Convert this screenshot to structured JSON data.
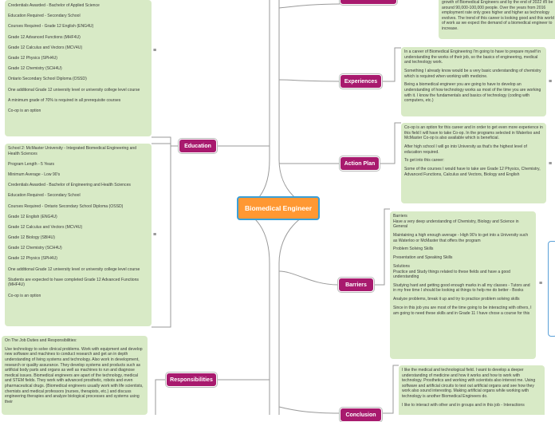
{
  "central": {
    "label": "Biomedical Engineer"
  },
  "branches": {
    "education": "Education",
    "responsibilities": "Responsibilities",
    "experiences": "Experiences",
    "action_plan": "Action Plan",
    "barriers": "Barriers",
    "conclusion": "Conclusion"
  },
  "notes": {
    "education_school1": [
      "Credentials Awarded - Bachelor of Applied Science",
      "Education Required - Secondary School",
      "Courses Required - Grade 12 English (ENG4U)",
      "Grade 12 Advanced Functions (MHF4U)",
      "Grade 12 Calculus and Vectors (MCV4U)",
      "Grade 12 Physics (SPH4U)",
      "Grade 12 Chemistry (SCH4U)",
      "Ontario Secondary School Diploma (OSSD)",
      "One additional Grade 12 university level or university college level course",
      "A minimum grade of 70% is required in all prerequisite courses",
      "Co-op is an option"
    ],
    "education_school2": [
      "School 2: McMaster University - Integrated Biomedical Engineering and Health Sciences",
      "Program Length - 5 Years",
      "Minimum Average - Low 90's",
      "Credentials Awarded - Bachelor of Engineering and Health Sciences",
      "Education Required - Secondary School",
      "Courses Required - Ontario Secondary School Diploma (OSSD)",
      "Grade 12 English (ENG4U)",
      "Grade 12 Calculus and Vectors (MCV4U)",
      "Grade 12 Biology (SBI4U)",
      "Grade 12 Chemistry (SCH4U)",
      "Grade 12 Physics (SPH4U)",
      "One additional Grade 12 university level or university college level course",
      "Students are expected to have completed Grade 12 Advanced Functions (MHF4U)",
      "Co-op is an option"
    ],
    "responsibilities": [
      "On The Job Duties and Responsibilities:",
      "Use technology to solve clinical problems. Work with equipment and develop new software and machines to conduct research and get an in depth understanding of living systems and technology. Also work in development, research or quality assurance. They develop systems and products such as artificial body parts and organs as well as machines to run and diagnose medical issues. Biomedical engineers are apart of the technology, medical and STEM fields. They work with advanced prosthetic, robots and even pharmaceutical drugs. (Biomedical engineers usually work with life scientists, chemists and medical professors (nurses, therapists, etc.) and discuss engineering therapies and analyze biological processes and systems using their"
    ],
    "outlook_top": "growth of Biomedical Engineers and by the end of 2022 it'll be around 90,000-100,000 people. Over the years from 2016 employment rate only goes higher and higher as technology evolves. The trend of this career is looking good and this world of work as we expect the demand of a biomedical engineer to increase.",
    "experiences": [
      "In a career of Biomedical Engineering I'm going to have to prepare myself in understanding the works of their job, so the basics of engineering, medical and technology work.",
      "Something I already know would be a very basic understanding of chemistry which is required when working with medicine.",
      "Being a biomedical engineer you are going to have to develop an understanding of how technology works as most of the time you are working with it. I know the fundamentals and basics of technology (coding with computers, etc.)"
    ],
    "action_plan": [
      "Co-op is an option for this career and in order to get even more experience in this field I will have to take Co-op. In the programs selected in Waterloo and McMaster Co-op is also available which is beneficial.",
      "After high school I will go into University as that's the highest level of education required.",
      "To get into this career:",
      "Some of the courses I would have to take are Grade 12 Physics, Chemistry, Advanced Functions, Calculus and Vectors, Biology and English"
    ],
    "barriers": [
      "Barriers",
      "Have a very deep understanding of Chemistry, Biology and Science in General",
      "Maintaining a high enough average - High 90's to get into a University such as Waterloo or McMaster that offers the program",
      "Problem Solving Skills",
      "Presentation and Speaking Skills",
      "Solutions",
      "Practice and Study things related to these fields and have a good understanding",
      "Studying hard and getting good enough marks in all my classes - Tutors and in my free time I should be looking at things to help me do better - Books",
      "Analyze problems, break it up and try to practice problem solving skills",
      "Since in this job you are most of the time going to be interacting with others, I am going to need these skills and in Grade 11 I have chose a course for this"
    ],
    "conclusion": [
      "I like the medical and technological field. I want to develop a deeper understanding of medicine and how it works and how to work with technology. Prosthetics and working with scientists also interest me. Using software and artificial circuits to test out artificial organs and see how they work also sound interesting. Making artificial organs while working with technology is another Biomedical Engineers do.",
      "I like to interact with other and in groups and in this job - Interactions"
    ]
  },
  "collapse_marker": "≡"
}
